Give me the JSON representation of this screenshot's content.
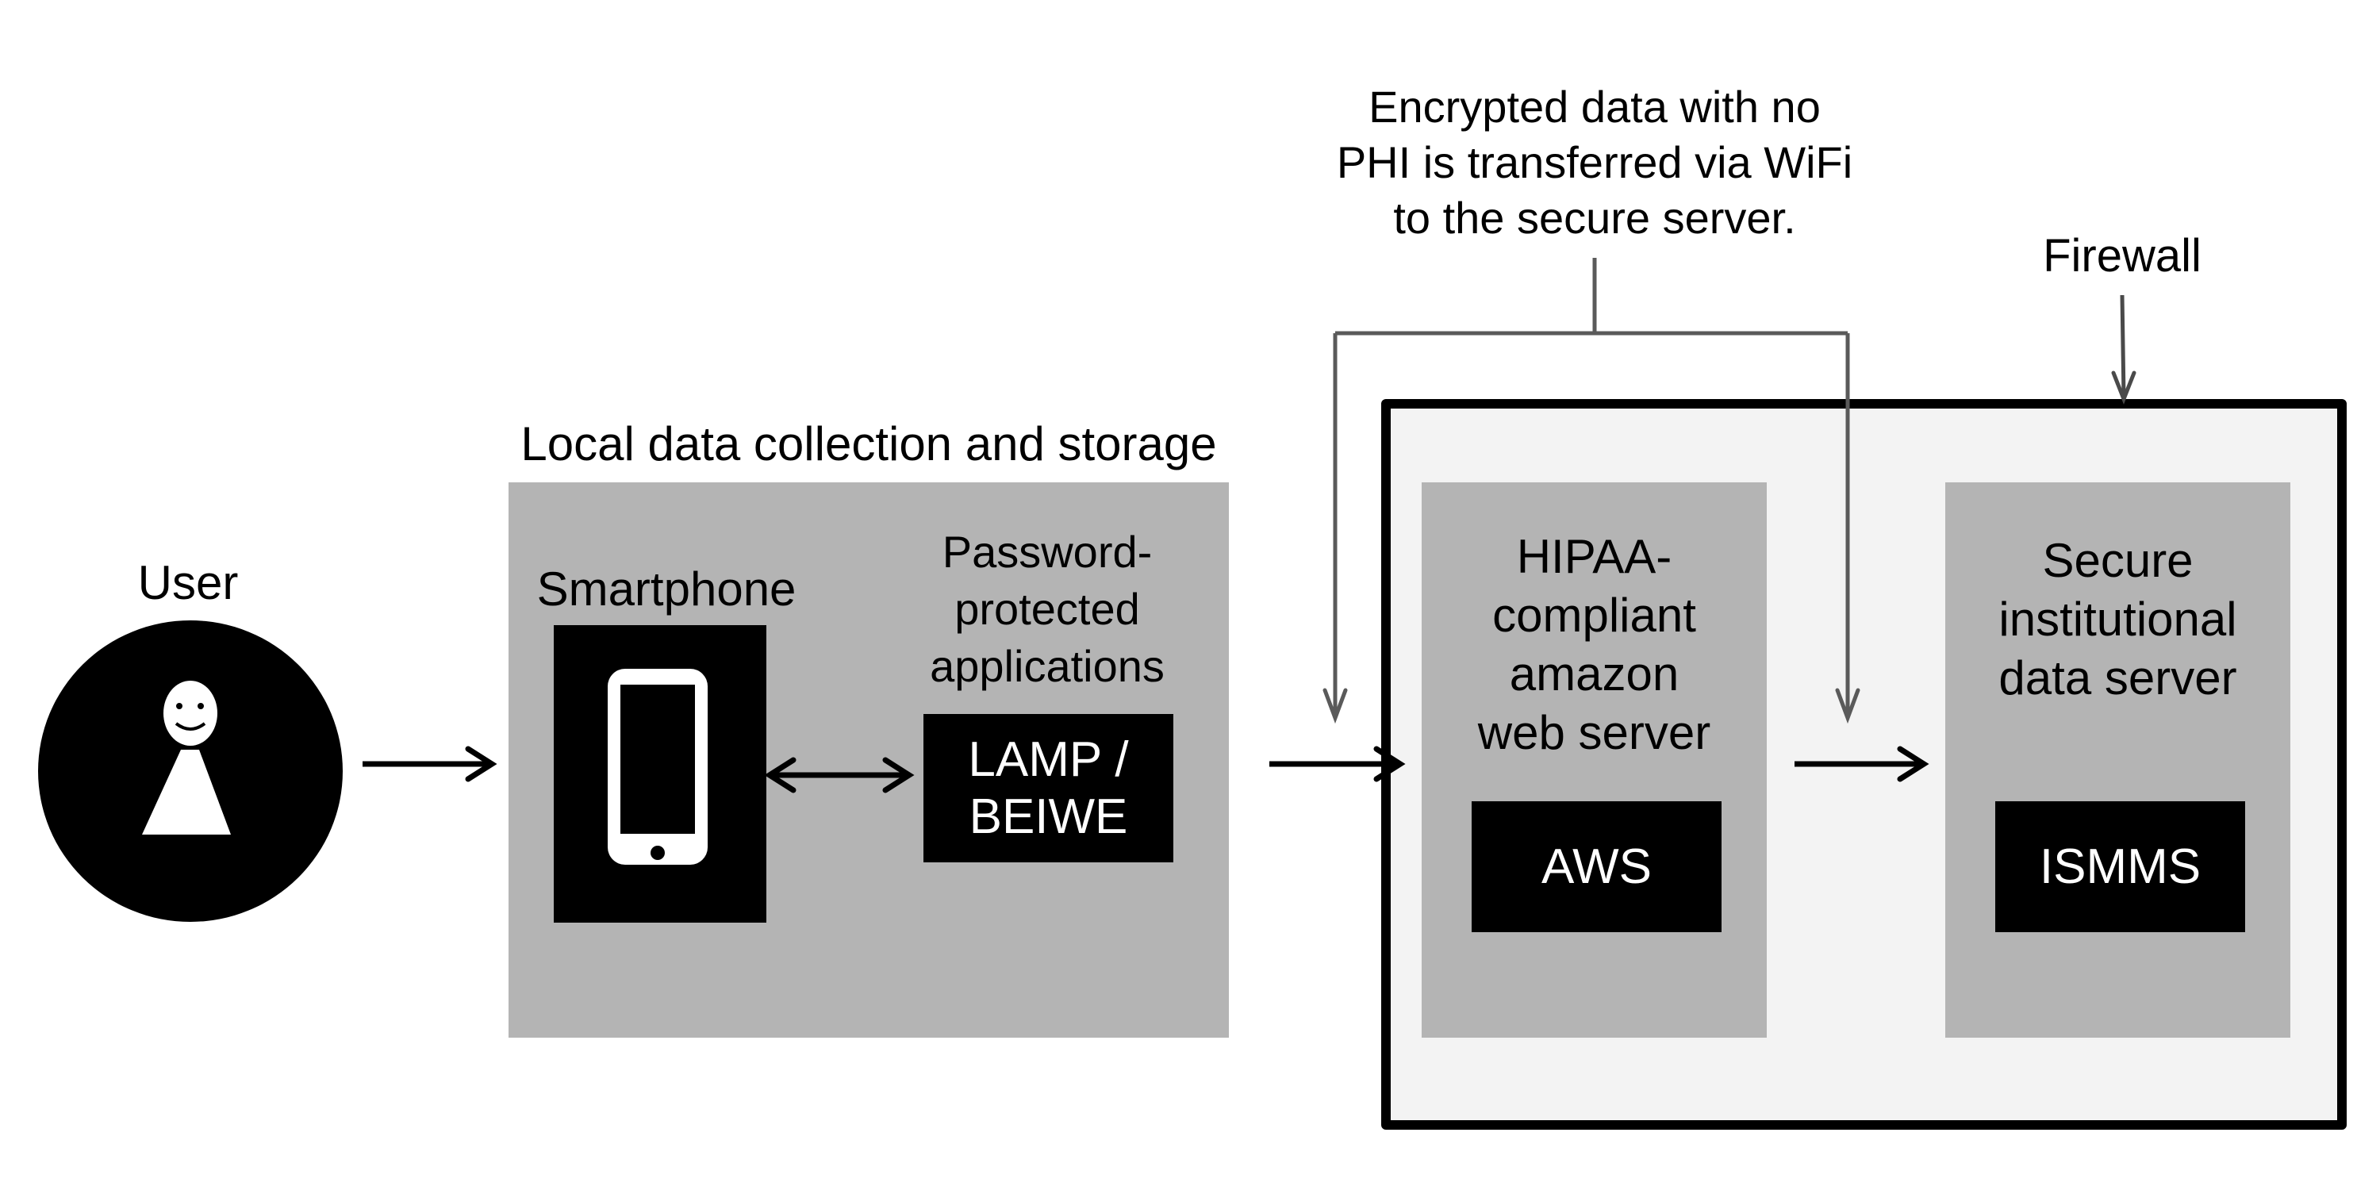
{
  "user": {
    "label": "User",
    "icon": "person-icon"
  },
  "local": {
    "title": "Local data collection and storage",
    "smartphone_label": "Smartphone",
    "smartphone_icon": "smartphone-icon",
    "apps_label_lines": [
      "Password-",
      "protected",
      "applications"
    ],
    "app_box_lines": [
      "LAMP /",
      "BEIWE"
    ]
  },
  "transfer_note_lines": [
    "Encrypted data with no",
    "PHI is transferred via WiFi",
    "to the secure server."
  ],
  "firewall_label": "Firewall",
  "aws": {
    "label_lines": [
      "HIPAA-",
      "compliant",
      "amazon",
      "web server"
    ],
    "box_label": "AWS"
  },
  "institutional": {
    "label_lines": [
      "Secure",
      "institutional",
      "data server"
    ],
    "box_label": "ISMMS"
  },
  "colors": {
    "panel_gray": "#b4b4b4",
    "firewall_fill": "#f3f3f3",
    "connector_gray": "#5a5a5a",
    "black": "#000000"
  }
}
